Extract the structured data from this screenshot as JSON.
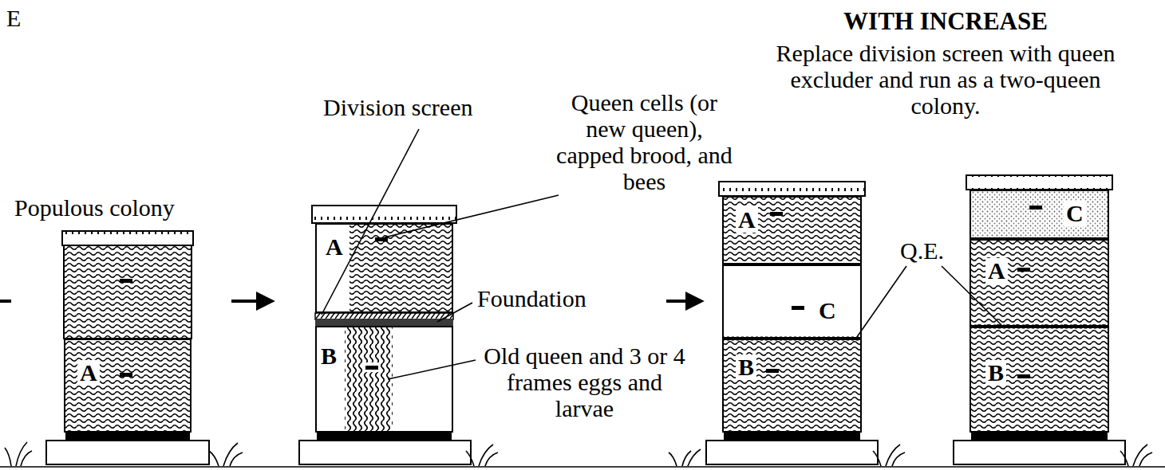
{
  "diagram": {
    "title": "WITH INCREASE",
    "nodes": [
      {
        "text": [
          "A"
        ]
      },
      {
        "text": [
          "A"
        ]
      },
      {
        "text": [
          "B"
        ]
      },
      {
        "text": [
          "A"
        ]
      },
      {
        "text": [
          "C"
        ]
      },
      {
        "text": [
          "B"
        ]
      },
      {
        "text": [
          "C"
        ]
      },
      {
        "text": [
          "A"
        ]
      },
      {
        "text": [
          "B"
        ]
      }
    ],
    "labels": [
      "E",
      "Replace division screen with queen excluder and run as a two-queen colony.",
      "Populous colony",
      "Division screen",
      "Queen cells (or new queen), capped brood, and bees",
      "Foundation",
      "Old queen and 3 or 4 frames eggs and larvae",
      "Q.E."
    ]
  }
}
